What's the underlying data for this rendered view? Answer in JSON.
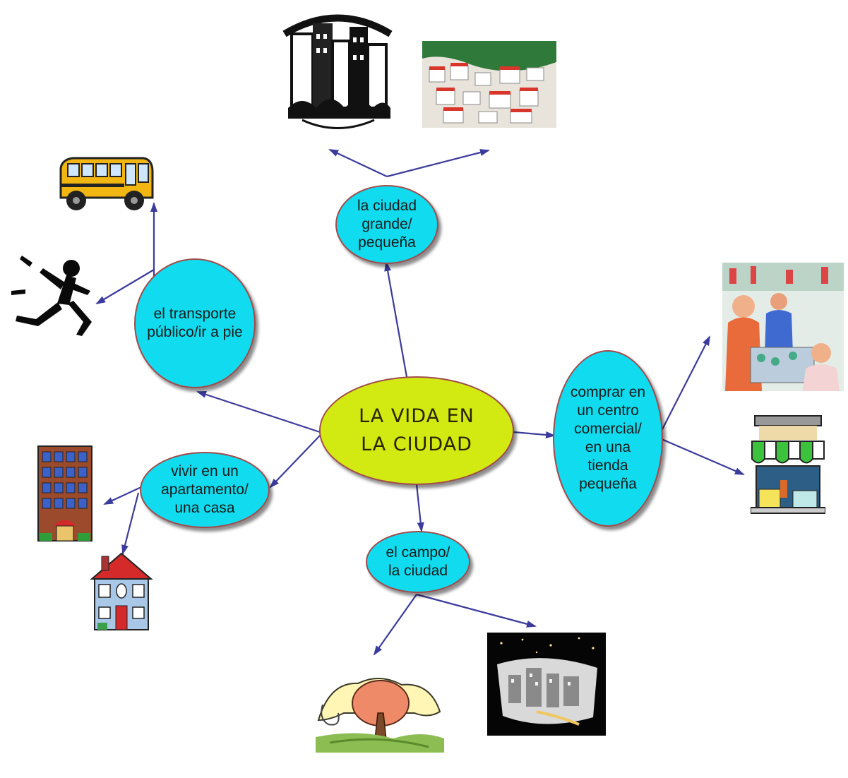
{
  "diagram": {
    "center": {
      "label": "LA VIDA EN\nLA CIUDAD",
      "fill": "#d3ea12"
    },
    "nodes": {
      "grande": {
        "label": "la ciudad\ngrande/\npequeña"
      },
      "transporte": {
        "label": "el transporte\npúblico/ir a pie"
      },
      "comprar": {
        "label": "comprar en\nun centro\ncomercial/\nen una\ntienda\npequeña"
      },
      "vivir": {
        "label": "vivir en un\napartamento/\nuna casa"
      },
      "campo": {
        "label": "el campo/\nla ciudad"
      }
    },
    "colors": {
      "node_fill": "#11dcef",
      "node_border": "#a14b4b",
      "connector": "#3b3b9c"
    },
    "images": [
      "city-skyline-icon",
      "hillside-town-icon",
      "school-bus-icon",
      "running-person-icon",
      "shopping-crowd-icon",
      "storefront-icon",
      "apartment-building-icon",
      "house-icon",
      "tree-countryside-icon",
      "city-night-icon"
    ]
  }
}
